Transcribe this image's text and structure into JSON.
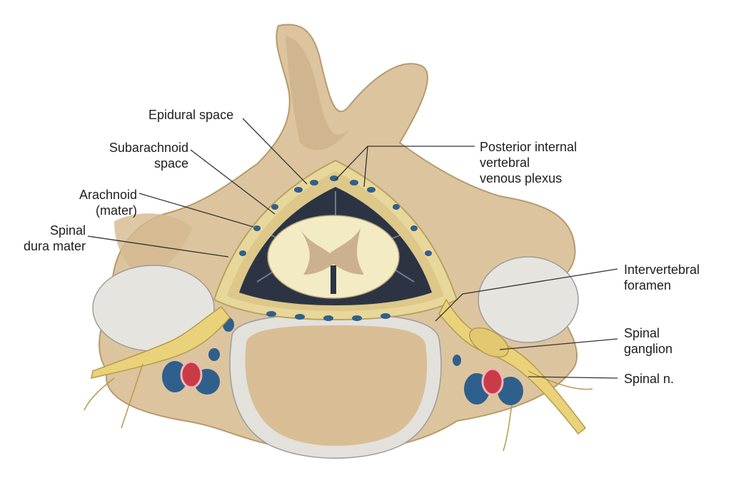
{
  "labels": {
    "epidural_space": "Epidural space",
    "subarachnoid_space": [
      "Subarachnoid",
      "space"
    ],
    "arachnoid_mater": [
      "Arachnoid",
      "(mater)"
    ],
    "spinal_dura_mater": [
      "Spinal",
      "dura mater"
    ],
    "posterior_internal_venous_plexus": [
      "Posterior internal",
      "vertebral",
      "venous plexus"
    ],
    "intervertebral_foramen": [
      "Intervertebral",
      "foramen"
    ],
    "spinal_ganglion": [
      "Spinal",
      "ganglion"
    ],
    "spinal_nerve": "Spinal n."
  },
  "colors": {
    "bone": "#dcc49e",
    "bone_shadow": "#c7a97c",
    "cartilage": "#e9e6e0",
    "dura": "#e8d79a",
    "csf_space": "#2c3444",
    "cord_white": "#f3ebc4",
    "cord_gray": "#cbb190",
    "vein_blue": "#2f5f8c",
    "artery_red": "#c93b47",
    "nerve": "#ead27a",
    "leader_line": "#333333"
  }
}
